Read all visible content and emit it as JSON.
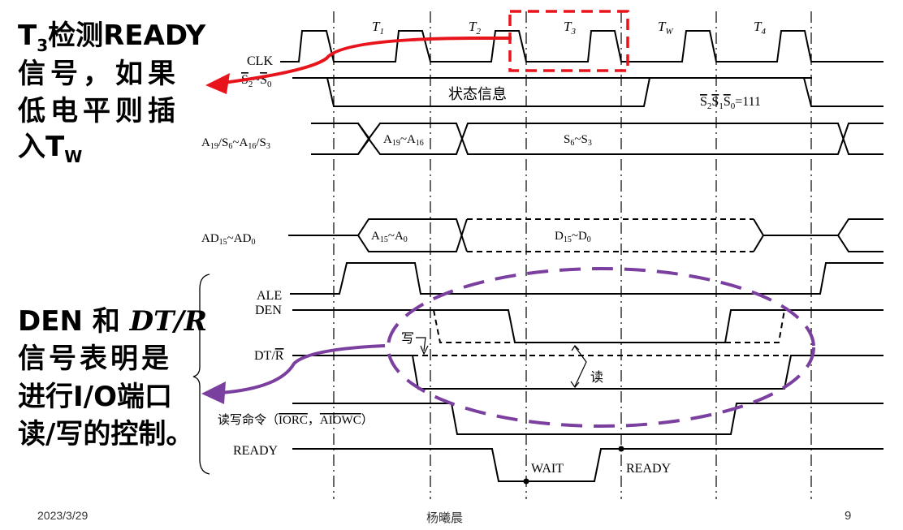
{
  "left_notes": {
    "note1_line1": "T",
    "note1_line1_sub": "3",
    "note1_line1_rest": "检测READY",
    "note1_line2": "信号，如果",
    "note1_line3": "低电平则插",
    "note1_line4": "入T",
    "note1_line4_sub": "W",
    "note2_line1_a": "DEN 和 ",
    "note2_line1_b": "DT/R",
    "note2_line2": "信号表明是",
    "note2_line3": "进行I/O端口",
    "note2_line4": "读/写的控制。"
  },
  "periods": [
    "T1",
    "T2",
    "T3",
    "TW",
    "T4"
  ],
  "period_labels": {
    "t1": "T",
    "t1_sub": "1",
    "t2": "T",
    "t2_sub": "2",
    "t3": "T",
    "t3_sub": "3",
    "tw": "T",
    "tw_sub": "W",
    "t4": "T",
    "t4_sub": "4"
  },
  "signals": {
    "clk": "CLK",
    "s2s0": "S2~S0",
    "addr_status": "A19/S6~A16/S3",
    "ad": "AD15~AD0",
    "ale": "ALE",
    "den": "DEN",
    "dtr": "DT/R",
    "rw_cmd": "读写命令（IORC，AIOWC）",
    "ready": "READY"
  },
  "signal_text": {
    "s_label_a": "S",
    "s_label_sub2": "2",
    "s_label_tilde": "~",
    "s_label_sub0": "0",
    "addr_label": "A19/S6~A16/S3",
    "ad_label_a": "AD",
    "ad_label_sub15": "15",
    "ad_label_tilde": "~AD",
    "ad_label_sub0": "0",
    "dtr_label_a": "DT/",
    "dtr_label_b": "R",
    "rw_label_a": "读写命令（",
    "rw_label_b": "IORC",
    "rw_label_c": "，",
    "rw_label_d": "AIOWC",
    "rw_label_e": "）"
  },
  "waveform_text": {
    "status_info": "状态信息",
    "s_high": "S2S1S0=111",
    "s_high_parts": [
      "S",
      "2",
      "S",
      "1",
      "S",
      "0",
      "=111"
    ],
    "a_addr": [
      "A",
      "19",
      "~A",
      "16"
    ],
    "s_status": [
      "S",
      "6",
      "~S",
      "3"
    ],
    "ad_addr": [
      "A",
      "15",
      "~A",
      "0"
    ],
    "ad_data": [
      "D",
      "15",
      "~D",
      "0"
    ],
    "write": "写",
    "read": "读",
    "wait": "WAIT",
    "ready_text": "READY"
  },
  "footer": {
    "date": "2023/3/29",
    "author": "杨曦晨",
    "page": "9"
  },
  "colors": {
    "arrow_red": "#e8141c",
    "arrow_purple": "#7b3fa0",
    "dash_red": "#e8141c",
    "ellipse_purple": "#7b3fa0"
  }
}
